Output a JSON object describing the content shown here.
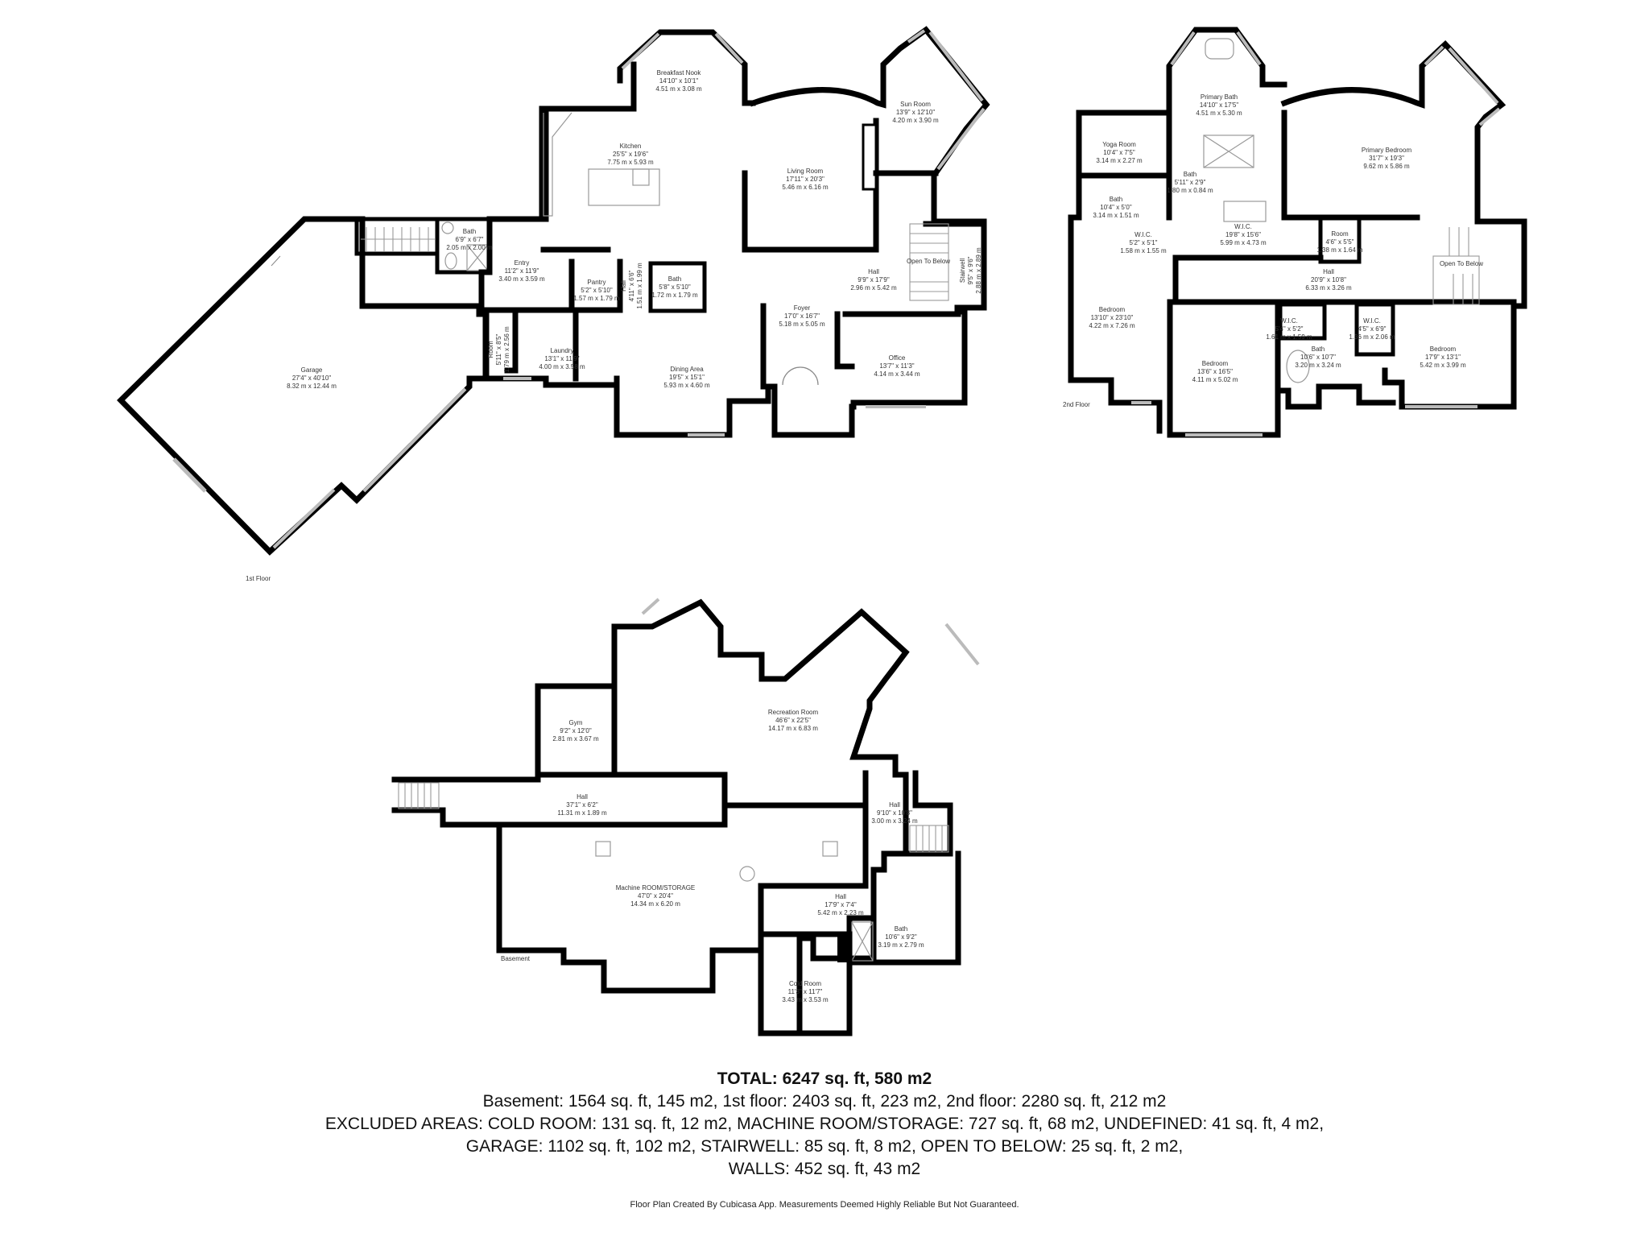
{
  "floors": {
    "first": {
      "label": "1st Floor",
      "rooms": [
        {
          "id": "breakfast-nook",
          "name": "Breakfast Nook",
          "imperial": "14'10\" x 10'1\"",
          "metric": "4.51 m x 3.08 m"
        },
        {
          "id": "sun-room",
          "name": "Sun Room",
          "imperial": "13'9\" x 12'10\"",
          "metric": "4.20 m x 3.90 m"
        },
        {
          "id": "kitchen",
          "name": "Kitchen",
          "imperial": "25'5\" x 19'6\"",
          "metric": "7.75 m x 5.93 m"
        },
        {
          "id": "living-room",
          "name": "Living Room",
          "imperial": "17'11\" x 20'3\"",
          "metric": "5.46 m x 6.16 m"
        },
        {
          "id": "bath-entry",
          "name": "Bath",
          "imperial": "6'9\" x 6'7\"",
          "metric": "2.05 m x 2.00 m"
        },
        {
          "id": "entry",
          "name": "Entry",
          "imperial": "11'2\" x 11'9\"",
          "metric": "3.40 m x 3.59 m"
        },
        {
          "id": "pantry",
          "name": "Pantry",
          "imperial": "5'2\" x 5'10\"",
          "metric": "1.57 m x 1.79 m"
        },
        {
          "id": "hall-small",
          "name": "Hall",
          "imperial": "4'11\" x 6'6\"",
          "metric": "1.51 m x 1.99 m"
        },
        {
          "id": "bath-hall",
          "name": "Bath",
          "imperial": "5'8\" x 5'10\"",
          "metric": "1.72 m x 1.79 m"
        },
        {
          "id": "hall-main",
          "name": "Hall",
          "imperial": "9'9\" x 17'9\"",
          "metric": "2.96 m x 5.42 m"
        },
        {
          "id": "open-to-below",
          "name": "Open To Below",
          "imperial": "",
          "metric": ""
        },
        {
          "id": "stairwell",
          "name": "Stairwell",
          "imperial": "9'5\" x 9'6\"",
          "metric": "2.88 m x 2.89 m"
        },
        {
          "id": "foyer",
          "name": "Foyer",
          "imperial": "17'0\" x 16'7\"",
          "metric": "5.18 m x 5.05 m"
        },
        {
          "id": "office",
          "name": "Office",
          "imperial": "13'7\" x 11'3\"",
          "metric": "4.14 m x 3.44 m"
        },
        {
          "id": "room",
          "name": "Room",
          "imperial": "5'11\" x 8'5\"",
          "metric": "1.79 m x 2.56 m"
        },
        {
          "id": "laundry",
          "name": "Laundry",
          "imperial": "13'1\" x 11'9\"",
          "metric": "4.00 m x 3.58 m"
        },
        {
          "id": "dining-area",
          "name": "Dining Area",
          "imperial": "19'5\" x 15'1\"",
          "metric": "5.93 m x 4.60 m"
        },
        {
          "id": "garage",
          "name": "Garage",
          "imperial": "27'4\" x 40'10\"",
          "metric": "8.32 m x 12.44 m"
        }
      ]
    },
    "second": {
      "label": "2nd Floor",
      "rooms": [
        {
          "id": "primary-bath",
          "name": "Primary Bath",
          "imperial": "14'10\" x 17'5\"",
          "metric": "4.51 m x 5.30 m"
        },
        {
          "id": "yoga-room",
          "name": "Yoga Room",
          "imperial": "10'4\" x 7'5\"",
          "metric": "3.14 m x 2.27 m"
        },
        {
          "id": "bath-small",
          "name": "Bath",
          "imperial": "5'11\" x 2'9\"",
          "metric": "1.80 m x 0.84 m"
        },
        {
          "id": "bath-yoga",
          "name": "Bath",
          "imperial": "10'4\" x 5'0\"",
          "metric": "3.14 m x 1.51 m"
        },
        {
          "id": "primary-bedroom",
          "name": "Primary Bedroom",
          "imperial": "31'7\" x 19'3\"",
          "metric": "9.62 m x 5.86 m"
        },
        {
          "id": "wic-small",
          "name": "W.I.C.",
          "imperial": "5'2\" x 5'1\"",
          "metric": "1.58 m x 1.55 m"
        },
        {
          "id": "wic-main",
          "name": "W.I.C.",
          "imperial": "19'8\" x 15'6\"",
          "metric": "5.99 m x 4.73 m"
        },
        {
          "id": "room-2",
          "name": "Room",
          "imperial": "4'6\" x 5'5\"",
          "metric": "1.38 m x 1.64 m"
        },
        {
          "id": "open-to-below-2",
          "name": "Open To Below",
          "imperial": "",
          "metric": ""
        },
        {
          "id": "hall-2",
          "name": "Hall",
          "imperial": "20'9\" x 10'8\"",
          "metric": "6.33 m x 3.26 m"
        },
        {
          "id": "bedroom-west",
          "name": "Bedroom",
          "imperial": "13'10\" x 23'10\"",
          "metric": "4.22 m x 7.26 m"
        },
        {
          "id": "wic-mid",
          "name": "W.I.C.",
          "imperial": "5'4\" x 5'2\"",
          "metric": "1.61 m x 1.59 m"
        },
        {
          "id": "wic-east",
          "name": "W.I.C.",
          "imperial": "4'5\" x 6'9\"",
          "metric": "1.36 m x 2.06 m"
        },
        {
          "id": "bedroom-mid",
          "name": "Bedroom",
          "imperial": "13'6\" x 16'5\"",
          "metric": "4.11 m x 5.02 m"
        },
        {
          "id": "bath-shared",
          "name": "Bath",
          "imperial": "10'6\" x 10'7\"",
          "metric": "3.20 m x 3.24 m"
        },
        {
          "id": "bedroom-east",
          "name": "Bedroom",
          "imperial": "17'9\" x 13'1\"",
          "metric": "5.42 m x 3.99 m"
        }
      ]
    },
    "basement": {
      "label": "Basement",
      "rooms": [
        {
          "id": "recreation-room",
          "name": "Recreation Room",
          "imperial": "46'6\" x 22'5\"",
          "metric": "14.17 m x 6.83 m"
        },
        {
          "id": "gym",
          "name": "Gym",
          "imperial": "9'2\" x 12'0\"",
          "metric": "2.81 m x 3.67 m"
        },
        {
          "id": "hall-b1",
          "name": "Hall",
          "imperial": "37'1\" x 6'2\"",
          "metric": "11.31 m x 1.89 m"
        },
        {
          "id": "hall-b2",
          "name": "Hall",
          "imperial": "9'10\" x 10'8\"",
          "metric": "3.00 m x 3.24 m"
        },
        {
          "id": "machine-room",
          "name": "Machine ROOM/STORAGE",
          "imperial": "47'0\" x 20'4\"",
          "metric": "14.34 m x 6.20 m"
        },
        {
          "id": "hall-b3",
          "name": "Hall",
          "imperial": "17'9\" x 7'4\"",
          "metric": "5.42 m x 2.23 m"
        },
        {
          "id": "bath-b",
          "name": "Bath",
          "imperial": "10'6\" x 9'2\"",
          "metric": "3.19 m x 2.79 m"
        },
        {
          "id": "cold-room",
          "name": "Cold Room",
          "imperial": "11'3\" x 11'7\"",
          "metric": "3.43 m x 3.53 m"
        }
      ]
    }
  },
  "summary": {
    "total": "TOTAL: 6247 sq. ft, 580 m2",
    "floors_line": "Basement: 1564 sq. ft, 145 m2, 1st floor: 2403 sq. ft, 223 m2, 2nd floor: 2280 sq. ft, 212 m2",
    "excluded_line_1": "EXCLUDED AREAS: COLD ROOM: 131 sq. ft, 12 m2, MACHINE ROOM/STORAGE: 727 sq. ft, 68 m2, UNDEFINED: 41 sq. ft, 4 m2,",
    "excluded_line_2": "GARAGE: 1102 sq. ft, 102 m2, STAIRWELL: 85 sq. ft, 8 m2, OPEN TO BELOW: 25 sq. ft, 2 m2,",
    "walls_line": "WALLS: 452 sq. ft, 43 m2"
  },
  "footer": "Floor Plan Created By Cubicasa App. Measurements Deemed Highly Reliable But Not Guaranteed."
}
